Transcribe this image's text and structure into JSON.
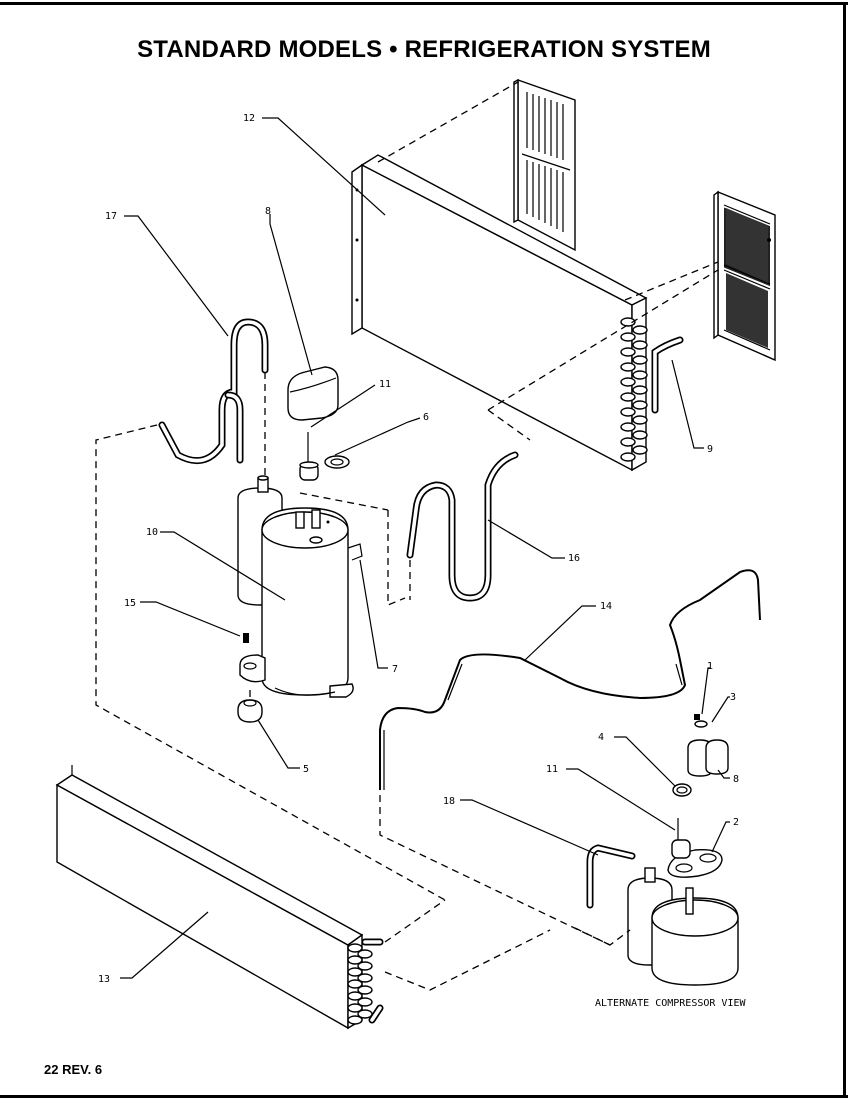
{
  "title": "STANDARD MODELS • REFRIGERATION SYSTEM",
  "footer": "22 REV. 6",
  "alternate_view_label": "ALTERNATE COMPRESSOR VIEW",
  "callouts": {
    "c1": "1",
    "c2": "2",
    "c3": "3",
    "c4": "4",
    "c5": "5",
    "c6": "6",
    "c7": "7",
    "c8a": "8",
    "c8b": "8",
    "c9": "9",
    "c10": "10",
    "c11a": "11",
    "c11b": "11",
    "c12": "12",
    "c13": "13",
    "c14": "14",
    "c15": "15",
    "c16": "16",
    "c17": "17",
    "c18": "18"
  }
}
